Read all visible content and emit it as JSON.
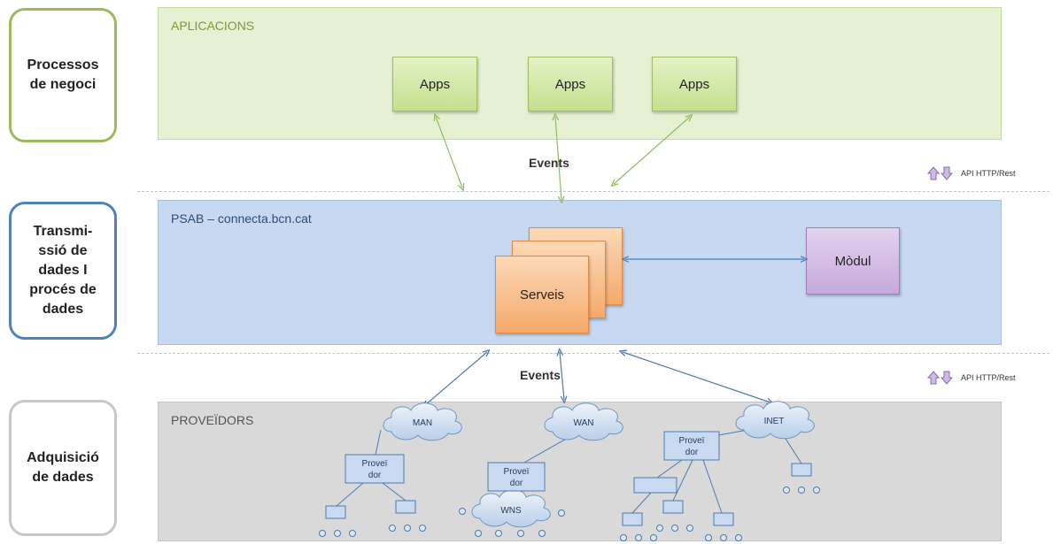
{
  "side_labels": {
    "business": "Processos\nde negoci",
    "transmission": "Transmi-\nssió de\ndades I\nprocés de\ndades",
    "acquisition": "Adquisició\nde dades"
  },
  "applications": {
    "title": "APLICACIONS",
    "apps": [
      "Apps",
      "Apps",
      "Apps"
    ]
  },
  "events_top": "Events",
  "events_bottom": "Events",
  "api_label": "API HTTP/Rest",
  "platform": {
    "title": "PSAB – connecta.bcn.cat",
    "services": "Serveis",
    "module": "Mòdul"
  },
  "providers": {
    "title": "PROVEÏDORS",
    "clouds": [
      "MAN",
      "WAN",
      "INET",
      "WNS"
    ],
    "provider_label": "Proveï\ndor"
  },
  "colors": {
    "business_border": "#9bbb59",
    "transmission_border": "#4f81bd",
    "acquisition_border": "#c8c8c8",
    "applications_bg": "#e6f0d2",
    "platform_bg": "#c6d9f0",
    "providers_bg": "#d9d9d9",
    "apps_fill": "#c9e3a0",
    "services_fill": "#f8b886",
    "module_fill": "#ccb3dd"
  }
}
